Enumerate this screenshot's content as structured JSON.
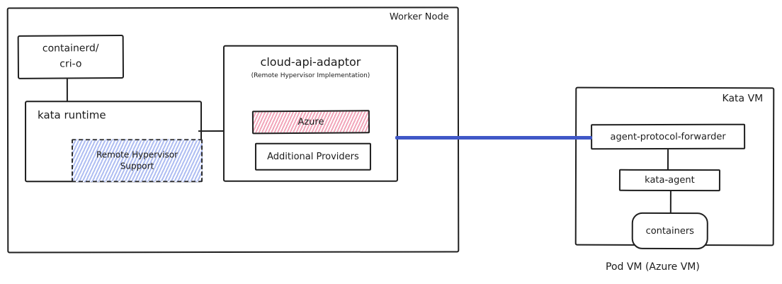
{
  "worker_node": {
    "label": "Worker Node"
  },
  "containerd": {
    "line1": "containerd/",
    "line2": "cri-o"
  },
  "kata_runtime": {
    "label": "kata runtime"
  },
  "remote_hypervisor_support": {
    "line1": "Remote Hypervisor",
    "line2": "Support"
  },
  "cloud_api_adaptor": {
    "title": "cloud-api-adaptor",
    "subtitle": "(Remote Hypervisor Implementation)"
  },
  "azure": {
    "label": "Azure"
  },
  "additional_providers": {
    "label": "Additional Providers"
  },
  "kata_vm": {
    "label": "Kata VM"
  },
  "agent_protocol_forwarder": {
    "label": "agent-protocol-forwarder"
  },
  "kata_agent": {
    "label": "kata-agent"
  },
  "containers": {
    "label": "containers"
  },
  "pod_vm": {
    "caption": "Pod VM (Azure VM)"
  },
  "colors": {
    "stroke": "#1f1f1f",
    "connector_blue": "#4058c7",
    "azure_hatch_pink": "#f2a6ba",
    "remote_hypervisor_hatch_blue": "#aebdf2"
  }
}
